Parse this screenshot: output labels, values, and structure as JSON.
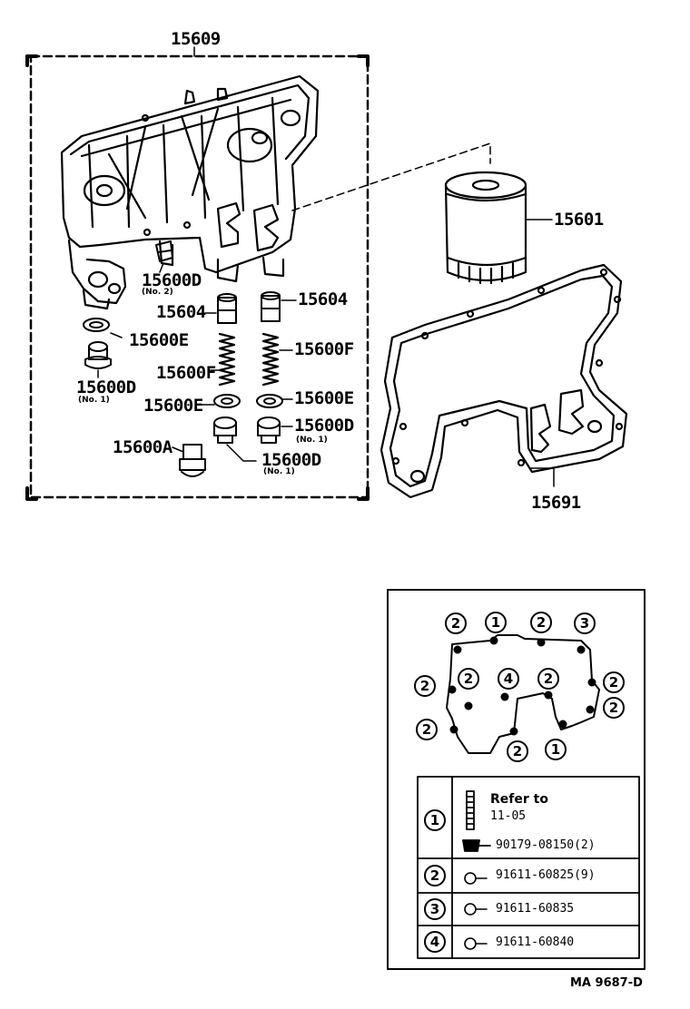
{
  "parts": {
    "p15609": "15609",
    "p15601": "15601",
    "p15691": "15691",
    "p15600D_no2": "15600D",
    "no2": "(No. 2)",
    "p15604_left": "15604",
    "p15604_right": "15604",
    "p15600E_top_left": "15600E",
    "p15600F_right": "15600F",
    "p15600D_left": "15600D",
    "no1_left": "(No. 1)",
    "p15600F_left": "15600F",
    "p15600E_mid": "15600E",
    "p15600E_right": "15600E",
    "p15600D_right": "15600D",
    "no1_right": "(No. 1)",
    "p15600A": "15600A",
    "p15600D_bottom": "15600D",
    "no1_bottom": "(No. 1)"
  },
  "bolt_diagram": {
    "top_markers": [
      "2",
      "1",
      "2",
      "3"
    ],
    "left_markers": [
      "2",
      "2"
    ],
    "inner_markers": [
      "2",
      "4",
      "2"
    ],
    "right_markers": [
      "2",
      "2"
    ],
    "bottom_markers": [
      "2",
      "1"
    ]
  },
  "bolt_table": {
    "rows": [
      {
        "marker": "1",
        "title": "Refer to",
        "ref": "11-05",
        "part": "90179-08150(2)"
      },
      {
        "marker": "2",
        "part": "91611-60825(9)"
      },
      {
        "marker": "3",
        "part": "91611-60835"
      },
      {
        "marker": "4",
        "part": "91611-60840"
      }
    ]
  },
  "drawing_code": "MA 9687-D"
}
